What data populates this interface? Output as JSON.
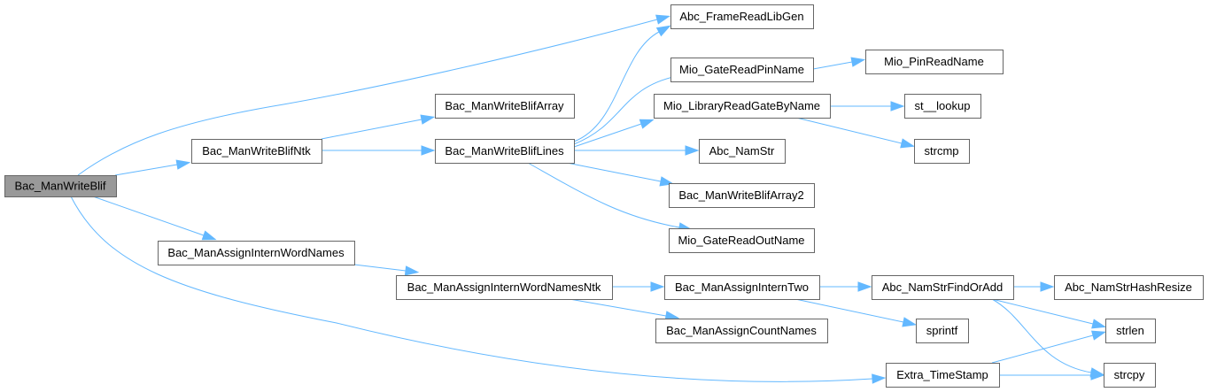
{
  "diagram": {
    "type": "call-graph",
    "root": "Bac_ManWriteBlif",
    "colors": {
      "edge": "#63b8ff",
      "node_border": "#666666",
      "root_fill": "#999999",
      "node_fill": "#ffffff"
    },
    "nodes": [
      {
        "id": "n0",
        "label": "Bac_ManWriteBlif",
        "root": true
      },
      {
        "id": "n1",
        "label": "Abc_FrameReadLibGen"
      },
      {
        "id": "n2",
        "label": "Mio_GateReadPinName"
      },
      {
        "id": "n3",
        "label": "Mio_PinReadName"
      },
      {
        "id": "n4",
        "label": "Bac_ManWriteBlifArray"
      },
      {
        "id": "n5",
        "label": "Mio_LibraryReadGateByName"
      },
      {
        "id": "n6",
        "label": "st__lookup"
      },
      {
        "id": "n7",
        "label": "strcmp"
      },
      {
        "id": "n8",
        "label": "Bac_ManWriteBlifNtk"
      },
      {
        "id": "n9",
        "label": "Bac_ManWriteBlifLines"
      },
      {
        "id": "n10",
        "label": "Abc_NamStr"
      },
      {
        "id": "n11",
        "label": "Bac_ManWriteBlifArray2"
      },
      {
        "id": "n12",
        "label": "Mio_GateReadOutName"
      },
      {
        "id": "n13",
        "label": "Bac_ManAssignInternWordNames"
      },
      {
        "id": "n14",
        "label": "Bac_ManAssignInternWordNamesNtk"
      },
      {
        "id": "n15",
        "label": "Bac_ManAssignInternTwo"
      },
      {
        "id": "n16",
        "label": "Abc_NamStrFindOrAdd"
      },
      {
        "id": "n17",
        "label": "Abc_NamStrHashResize"
      },
      {
        "id": "n18",
        "label": "Bac_ManAssignCountNames"
      },
      {
        "id": "n19",
        "label": "sprintf"
      },
      {
        "id": "n20",
        "label": "strlen"
      },
      {
        "id": "n21",
        "label": "Extra_TimeStamp"
      },
      {
        "id": "n22",
        "label": "strcpy"
      }
    ],
    "edges": [
      {
        "from": "n0",
        "to": "n1"
      },
      {
        "from": "n0",
        "to": "n8"
      },
      {
        "from": "n0",
        "to": "n13"
      },
      {
        "from": "n0",
        "to": "n21"
      },
      {
        "from": "n8",
        "to": "n4"
      },
      {
        "from": "n8",
        "to": "n9"
      },
      {
        "from": "n9",
        "to": "n1"
      },
      {
        "from": "n9",
        "to": "n2"
      },
      {
        "from": "n9",
        "to": "n5"
      },
      {
        "from": "n9",
        "to": "n10"
      },
      {
        "from": "n9",
        "to": "n11"
      },
      {
        "from": "n9",
        "to": "n12"
      },
      {
        "from": "n2",
        "to": "n3"
      },
      {
        "from": "n5",
        "to": "n6"
      },
      {
        "from": "n5",
        "to": "n7"
      },
      {
        "from": "n13",
        "to": "n14"
      },
      {
        "from": "n14",
        "to": "n15"
      },
      {
        "from": "n14",
        "to": "n18"
      },
      {
        "from": "n15",
        "to": "n16"
      },
      {
        "from": "n15",
        "to": "n19"
      },
      {
        "from": "n16",
        "to": "n17"
      },
      {
        "from": "n16",
        "to": "n20"
      },
      {
        "from": "n16",
        "to": "n22"
      },
      {
        "from": "n21",
        "to": "n20"
      },
      {
        "from": "n21",
        "to": "n22"
      }
    ]
  }
}
